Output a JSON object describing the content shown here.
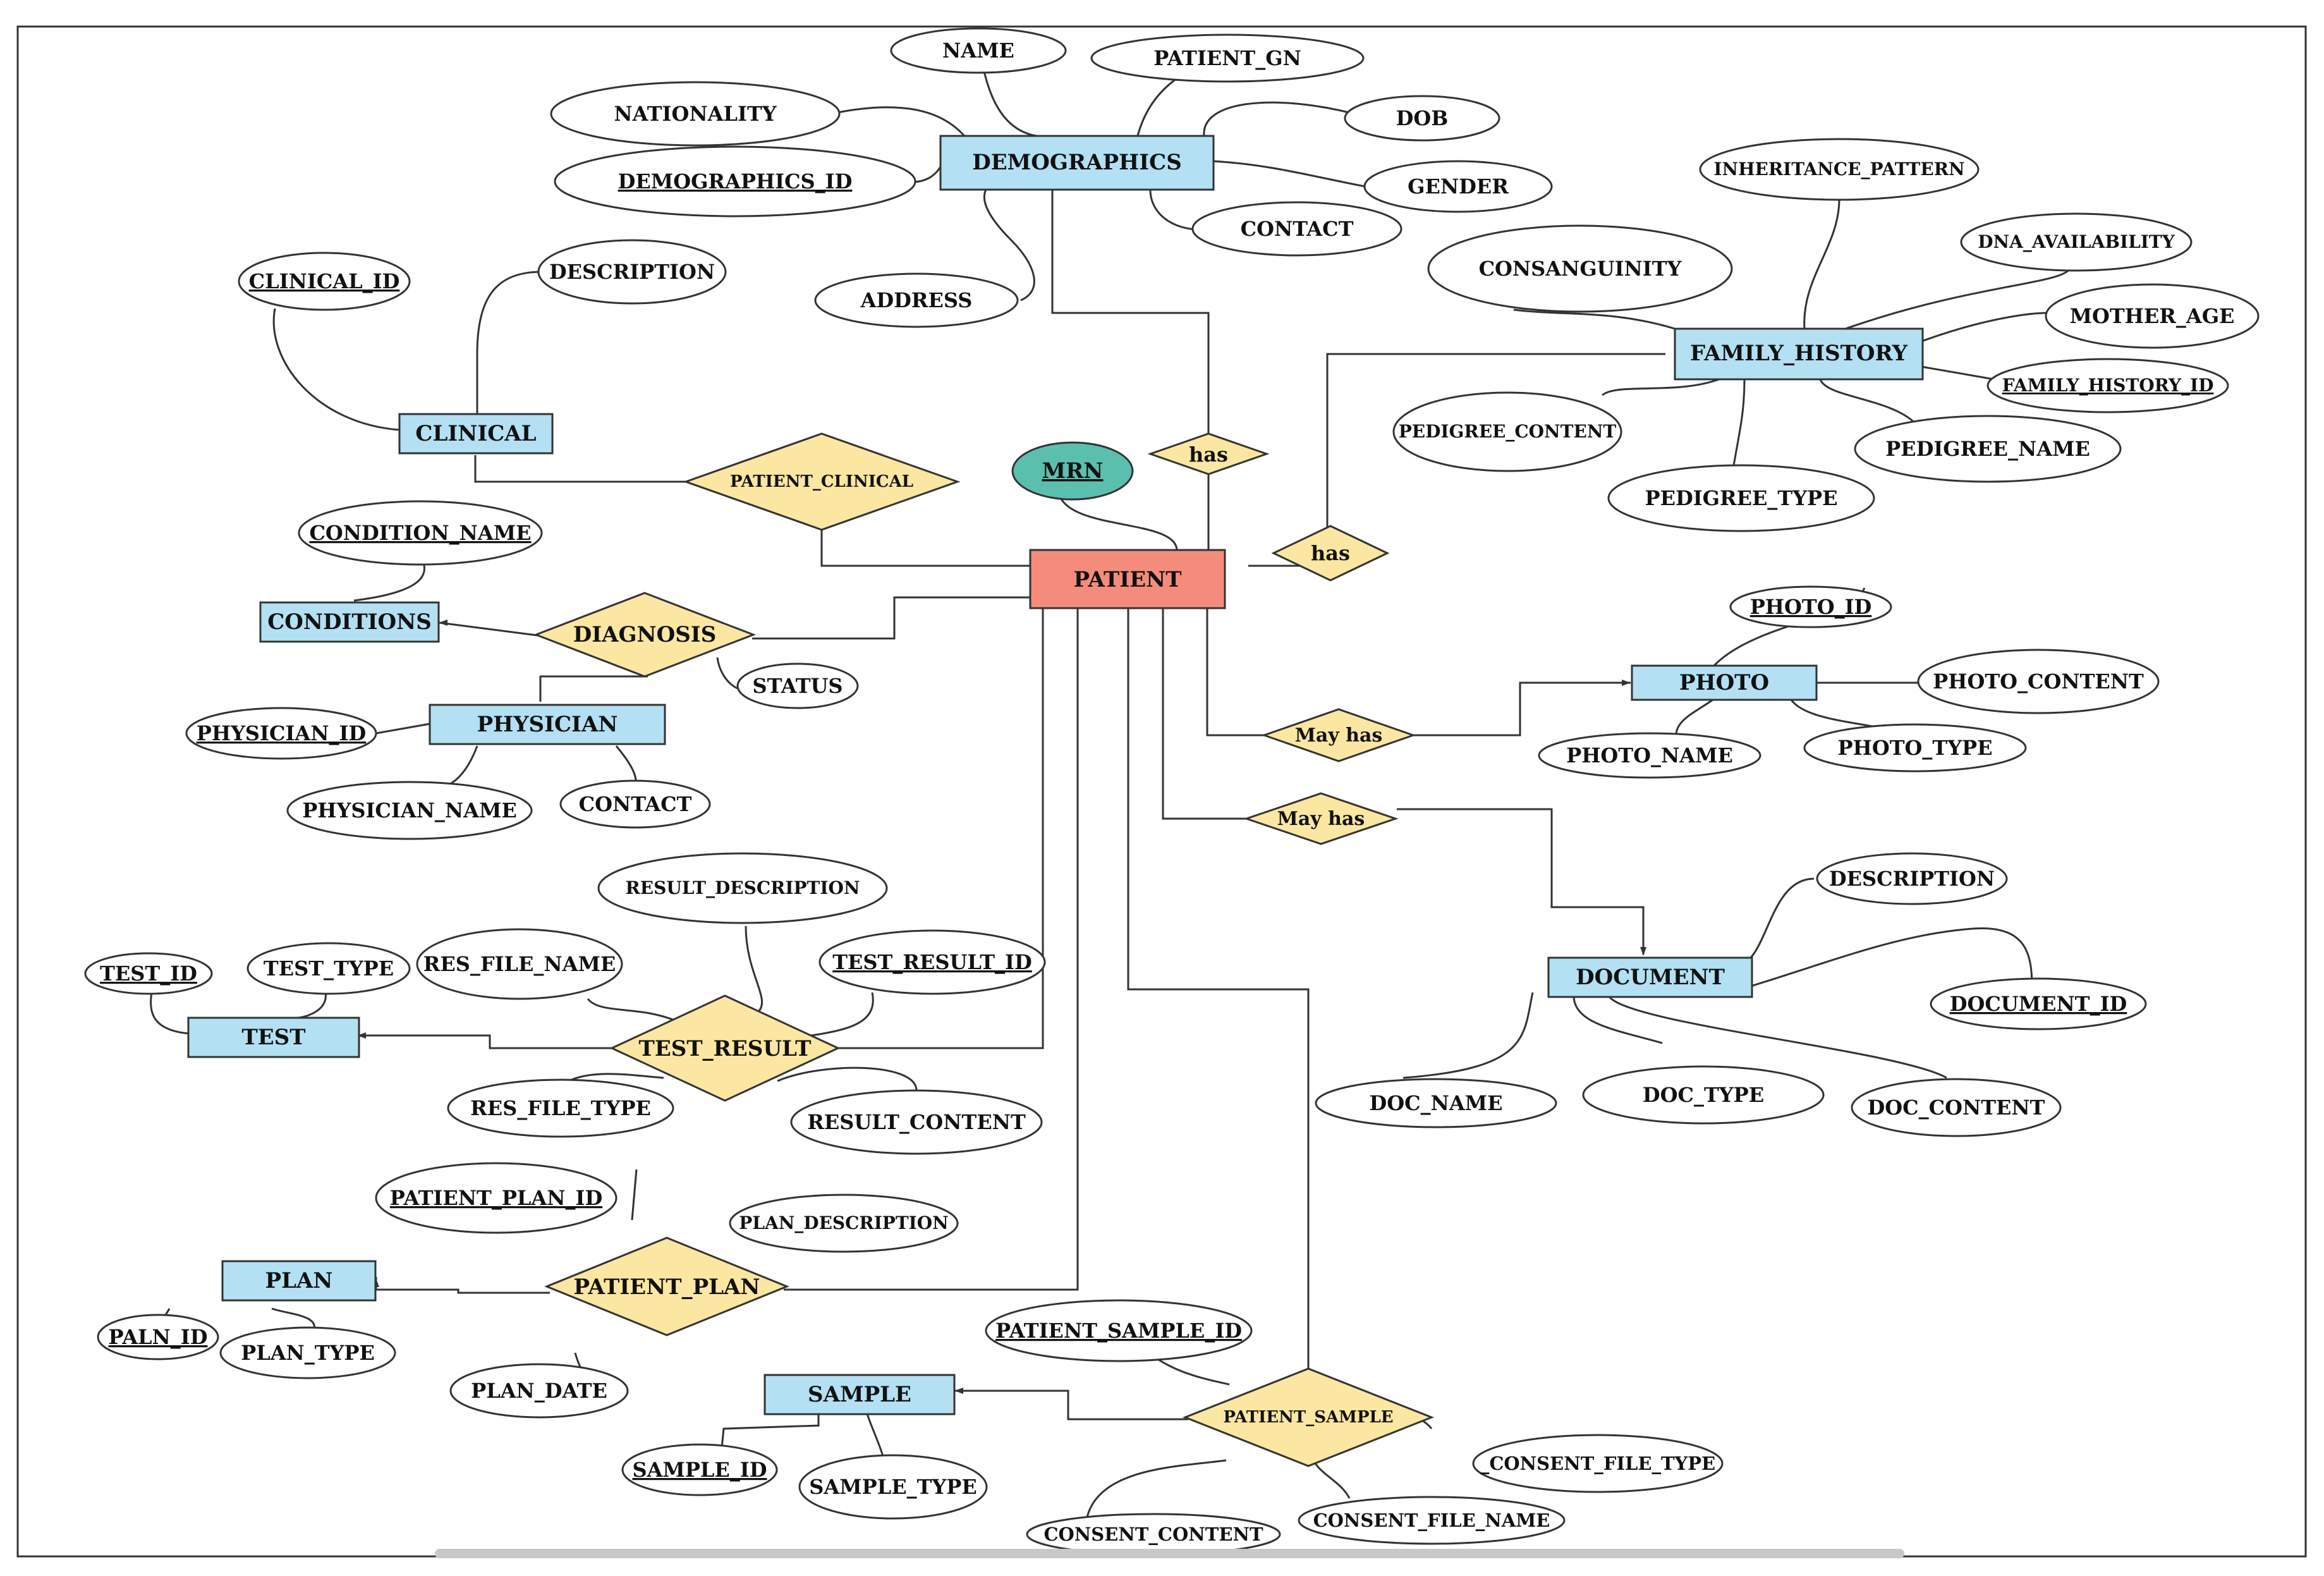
{
  "colors": {
    "entity_fill": "#b3e0f2",
    "relationship_fill": "#fbe6a2",
    "patient_fill": "#f58c7b",
    "key_attribute_fill": "#5bbfad",
    "attribute_fill": "#ffffff",
    "line": "#333333"
  },
  "entities": {
    "patient": "PATIENT",
    "demographics": "DEMOGRAPHICS",
    "clinical": "CLINICAL",
    "conditions": "CONDITIONS",
    "physician": "PHYSICIAN",
    "test": "TEST",
    "plan": "PLAN",
    "sample": "SAMPLE",
    "family_history": "FAMILY_HISTORY",
    "photo": "PHOTO",
    "document": "DOCUMENT"
  },
  "relationships": {
    "has_demographics": "has",
    "has_family": "has",
    "patient_clinical": "PATIENT_CLINICAL",
    "diagnosis": "DIAGNOSIS",
    "may_has_photo": "May has",
    "may_has_document": "May has",
    "test_result": "TEST_RESULT",
    "patient_plan": "PATIENT_PLAN",
    "patient_sample": "PATIENT_SAMPLE"
  },
  "attributes": {
    "mrn": "MRN",
    "name": "NAME",
    "patient_gn": "PATIENT_GN",
    "nationality": "NATIONALITY",
    "dob": "DOB",
    "demographics_id": "DEMOGRAPHICS_ID",
    "gender": "GENDER",
    "contact_demo": "CONTACT",
    "address": "ADDRESS",
    "clinical_id": "CLINICAL_ID",
    "description_clinical": "DESCRIPTION",
    "condition_name": "CONDITION_NAME",
    "status": "STATUS",
    "physician_id": "PHYSICIAN_ID",
    "physician_name": "PHYSICIAN_NAME",
    "contact_physician": "CONTACT",
    "result_description": "RESULT_DESCRIPTION",
    "test_id": "TEST_ID",
    "test_type": "TEST_TYPE",
    "res_file_name": "RES_FILE_NAME",
    "test_result_id": "TEST_RESULT_ID",
    "res_file_type": "RES_FILE_TYPE",
    "result_content": "RESULT_CONTENT",
    "patient_plan_id": "PATIENT_PLAN_ID",
    "plan_description": "PLAN_DESCRIPTION",
    "paln_id": "PALN_ID",
    "plan_type": "PLAN_TYPE",
    "plan_date": "PLAN_DATE",
    "patient_sample_id": "PATIENT_SAMPLE_ID",
    "sample_id": "SAMPLE_ID",
    "sample_type": "SAMPLE_TYPE",
    "consent_file_type": "_CONSENT_FILE_TYPE",
    "consent_content": "CONSENT_CONTENT",
    "consent_file_name": "CONSENT_FILE_NAME",
    "inheritance_pattern": "INHERITANCE_PATTERN",
    "dna_availability": "DNA_AVAILABILITY",
    "consanguinity": "CONSANGUINITY",
    "mother_age": "MOTHER_AGE",
    "family_history_id": "FAMILY_HISTORY_ID",
    "pedigree_content": "PEDIGREE_CONTENT",
    "pedigree_name": "PEDIGREE_NAME",
    "pedigree_type": "PEDIGREE_TYPE",
    "photo_id": "PHOTO_ID",
    "photo_content": "PHOTO_CONTENT",
    "photo_name": "PHOTO_NAME",
    "photo_type": "PHOTO_TYPE",
    "description_document": "DESCRIPTION",
    "document_id": "DOCUMENT_ID",
    "doc_name": "DOC_NAME",
    "doc_type": "DOC_TYPE",
    "doc_content": "DOC_CONTENT"
  }
}
